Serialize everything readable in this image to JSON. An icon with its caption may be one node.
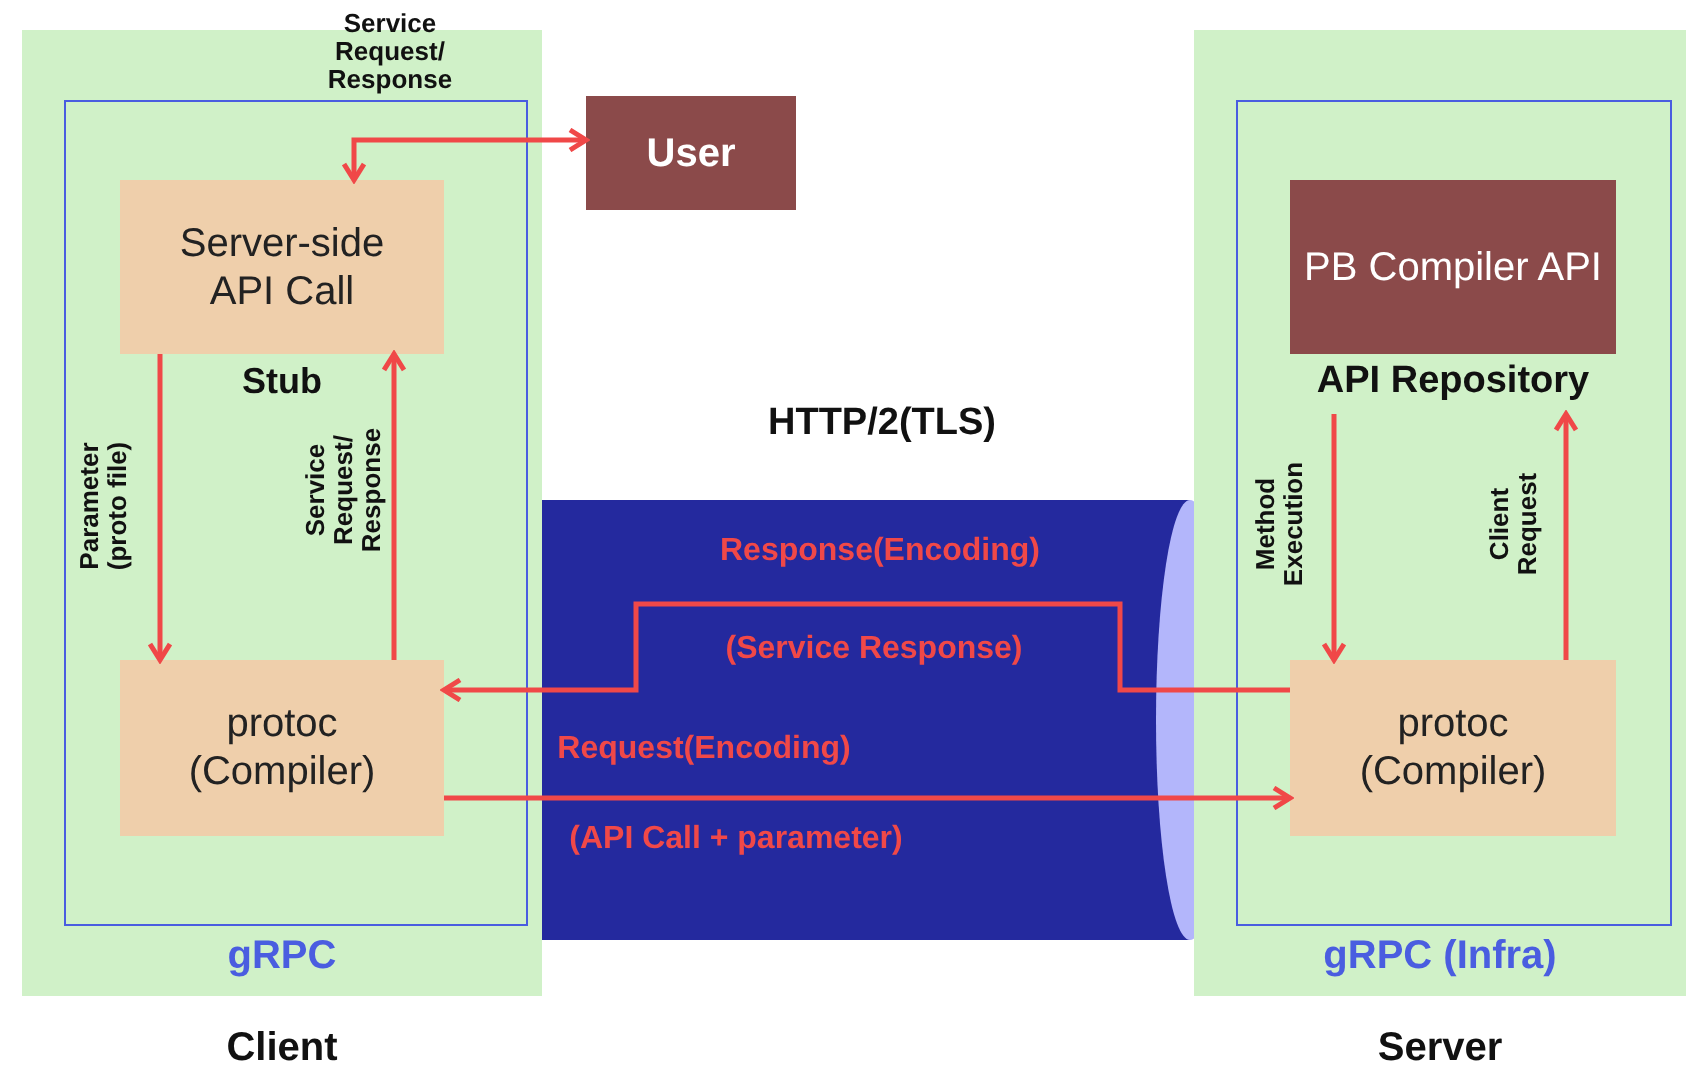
{
  "diagram": {
    "nodes": [
      {
        "text": [
          "gRPC"
        ],
        "beside": [
          "Client"
        ]
      },
      {
        "text": [
          "Server-side API Call"
        ],
        "in": 0
      },
      {
        "text": [
          "protoc (Compiler)"
        ],
        "in": 0
      },
      {
        "text": [
          "User"
        ]
      },
      {
        "text": [
          "gRPC (Infra)"
        ],
        "beside": [
          "Server"
        ]
      },
      {
        "text": [
          "PB Compiler API",
          "API Repository"
        ],
        "in": 4
      },
      {
        "text": [
          "protoc (Compiler)"
        ],
        "in": 4
      }
    ],
    "edges": [
      {
        "from": 1,
        "to": 3,
        "arrow": "both",
        "label": "Service Request/ Response"
      },
      {
        "from": 1,
        "to": 2,
        "arrow": "to",
        "label": "Parameter (proto file)"
      },
      {
        "from": 2,
        "to": 1,
        "arrow": "to",
        "label": "Service Request/ Response"
      },
      {
        "from": 6,
        "to": 2,
        "arrow": "to",
        "label": "Response(Encoding)"
      },
      {
        "from": 2,
        "to": 6,
        "arrow": "to",
        "label": "Request(Encoding)"
      },
      {
        "from": 5,
        "to": 6,
        "arrow": "to",
        "label": "Method Execution"
      },
      {
        "from": 6,
        "to": 5,
        "arrow": "to",
        "label": "Client Request"
      }
    ],
    "labels": [
      "Stub",
      "HTTP/2(TLS)",
      "(Service Response)",
      "(API Call + parameter)"
    ]
  }
}
